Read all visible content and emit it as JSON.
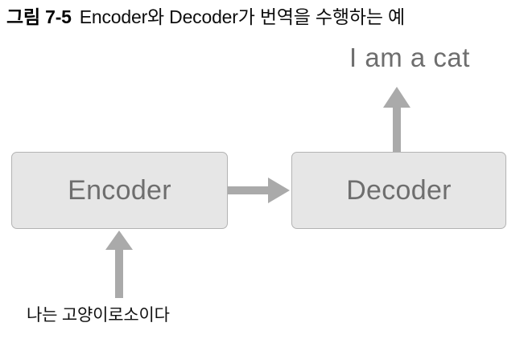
{
  "figure": {
    "caption_number": "그림 7-5",
    "caption_text": "Encoder와 Decoder가 번역을 수행하는 예",
    "background_color": "#ffffff"
  },
  "diagram": {
    "type": "flow",
    "nodes": [
      {
        "id": "encoder",
        "label": "Encoder",
        "fill_color": "#e6e6e6",
        "border_color": "#b3b3b3",
        "text_color": "#6e6e6e"
      },
      {
        "id": "decoder",
        "label": "Decoder",
        "fill_color": "#e6e6e6",
        "border_color": "#b3b3b3",
        "text_color": "#6e6e6e"
      }
    ],
    "texts": {
      "input_sentence": "나는 고양이로소이다",
      "input_sentence_color": "#111111",
      "output_sentence": "I am a cat",
      "output_sentence_color": "#6e6e6e"
    },
    "arrows": [
      {
        "id": "input-to-encoder",
        "from": "input_sentence",
        "to": "encoder",
        "direction": "up",
        "color": "#aaaaaa"
      },
      {
        "id": "encoder-to-decoder",
        "from": "encoder",
        "to": "decoder",
        "direction": "right",
        "color": "#aaaaaa"
      },
      {
        "id": "decoder-to-output",
        "from": "decoder",
        "to": "output_sentence",
        "direction": "up",
        "color": "#aaaaaa"
      }
    ]
  }
}
